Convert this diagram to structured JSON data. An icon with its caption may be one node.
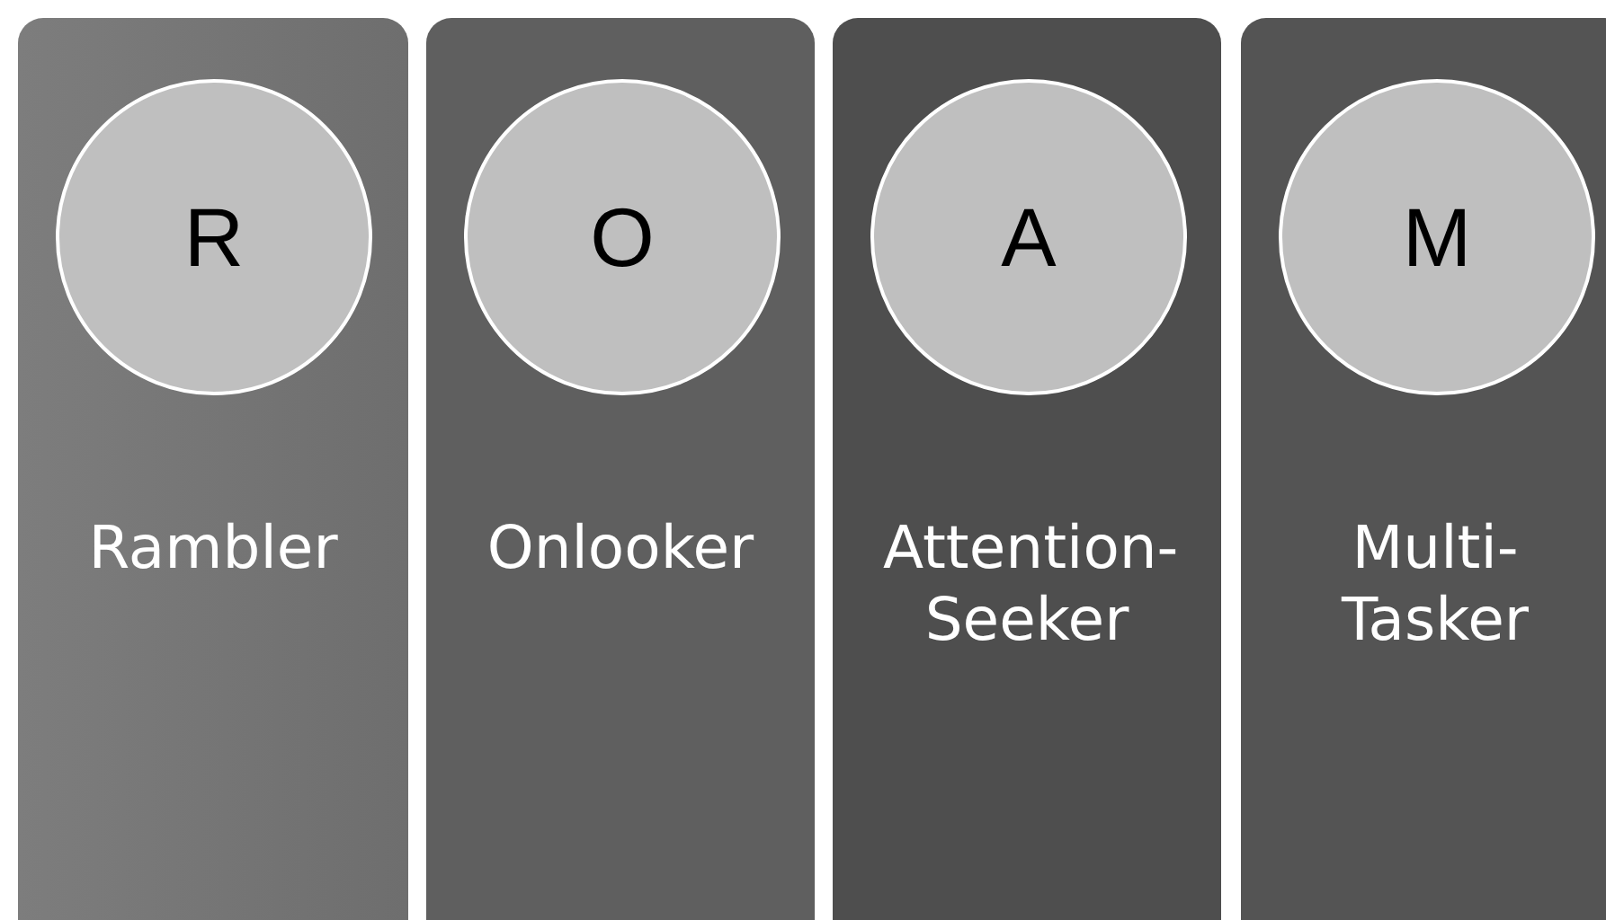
{
  "diagram": {
    "nodes": [
      {
        "text": [
          "Rambler"
        ]
      },
      {
        "text": [
          "R"
        ],
        "in": 0
      },
      {
        "text": [
          "Onlooker"
        ]
      },
      {
        "text": [
          "O"
        ],
        "in": 2
      },
      {
        "text": [
          "Attention- Seeker"
        ]
      },
      {
        "text": [
          "A"
        ],
        "in": 4
      },
      {
        "text": [
          "Multi- Tasker"
        ]
      },
      {
        "text": [
          "M"
        ],
        "in": 6
      }
    ]
  }
}
